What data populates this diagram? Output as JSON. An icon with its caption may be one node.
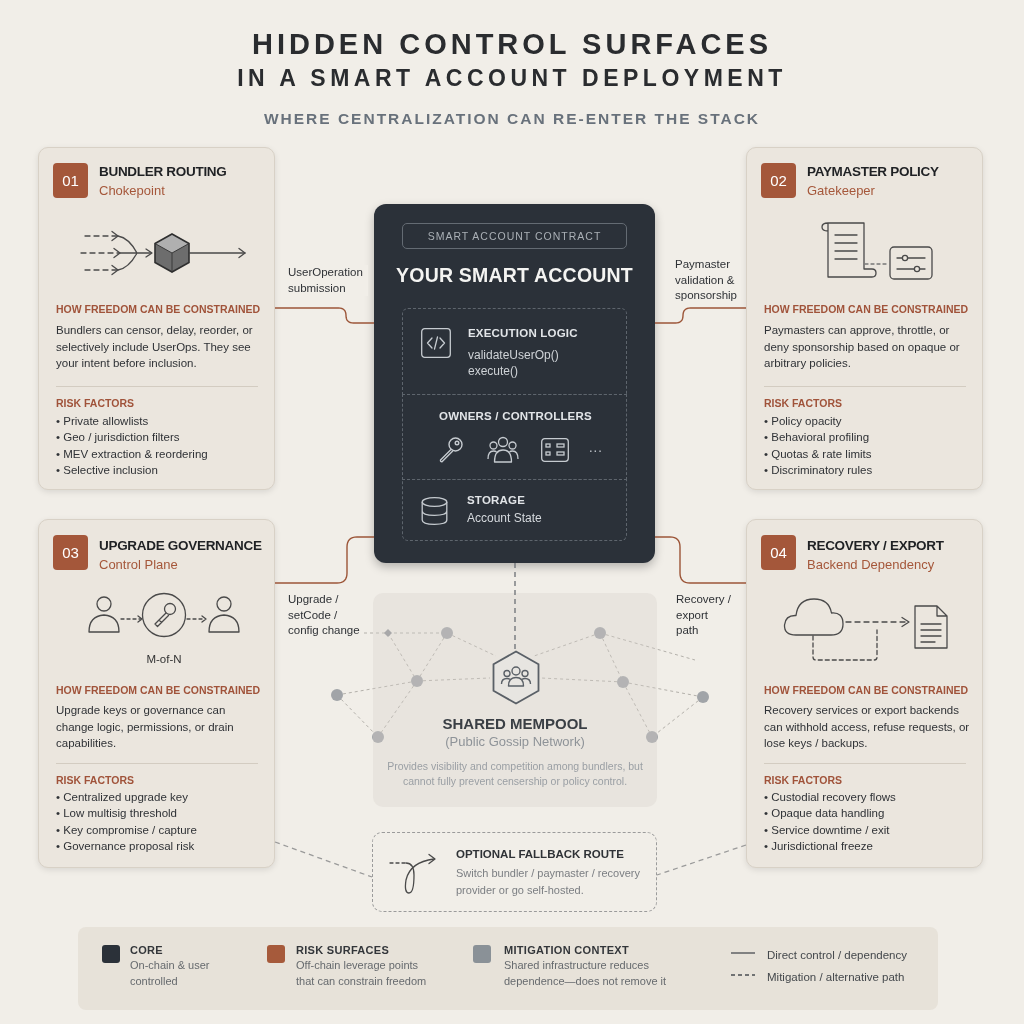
{
  "diagram": {
    "title": "HIDDEN CONTROL SURFACES IN A SMART ACCOUNT DEPLOYMENT",
    "nodes": [
      {
        "text": [
          "BUNDLER ROUTING",
          "Chokepoint",
          "HOW FREEDOM CAN BE CONSTRAINED",
          "Bundlers can censor, delay, reorder, or selectively include UserOps. They see your intent before inclusion.",
          "RISK FACTORS",
          "• Private allowlists",
          "• Geo / jurisdiction filters",
          "• MEV extraction & reordering",
          "• Selective inclusion"
        ]
      },
      {
        "text": [
          "01"
        ],
        "in": 0
      },
      {
        "text": [
          "PAYMASTER POLICY",
          "Gatekeeper",
          "HOW FREEDOM CAN BE CONSTRAINED",
          "Paymasters can approve, throttle, or deny sponsorship based on opaque or arbitrary policies.",
          "RISK FACTORS",
          "• Policy opacity",
          "• Behavioral profiling",
          "• Quotas & rate limits",
          "• Discriminatory rules"
        ]
      },
      {
        "text": [
          "02"
        ],
        "in": 2
      },
      {
        "text": [
          "YOUR SMART ACCOUNT"
        ]
      },
      {
        "text": [
          "SMART ACCOUNT CONTRACT"
        ],
        "in": 4
      },
      {
        "text": [
          "EXECUTION LOGIC",
          "validateUserOp()",
          "execute()"
        ],
        "in": 4
      },
      {
        "text": [
          "OWNERS / CONTROLLERS",
          "..."
        ],
        "in": 4
      },
      {
        "text": [
          "STORAGE",
          "Account State"
        ],
        "in": 4
      },
      {
        "text": [
          "UPGRADE GOVERNANCE",
          "Control Plane",
          "M-of-N",
          "HOW FREEDOM CAN BE CONSTRAINED",
          "Upgrade keys or governance can change logic, permissions, or drain capabilities.",
          "RISK FACTORS",
          "• Centralized upgrade key",
          "• Low multisig threshold",
          "• Key compromise / capture",
          "• Governance proposal risk"
        ]
      },
      {
        "text": [
          "03"
        ],
        "in": 9
      },
      {
        "text": [
          "RECOVERY / EXPORT",
          "Backend Dependency",
          "HOW FREEDOM CAN BE CONSTRAINED",
          "Recovery services or export backends can withhold access, refuse requests, or lose keys / backups.",
          "RISK FACTORS",
          "• Custodial recovery flows",
          "• Opaque data handling",
          "• Service downtime / exit",
          "• Jurisdictional freeze"
        ]
      },
      {
        "text": [
          "04"
        ],
        "in": 11
      },
      {
        "text": [
          "SHARED MEMPOOL",
          "(Public Gossip Network)",
          "Provides visibility and competition among bundlers, but cannot fully prevent censership or policy control."
        ]
      },
      {
        "text": [],
        "shape": "hexagon",
        "in": 13
      },
      {
        "text": [
          "OPTIONAL FALLBACK ROUTE",
          "Switch bundler / paymaster / recovery provider or go self-hosted."
        ]
      }
    ],
    "edges": [
      {
        "from": 0,
        "to": 4,
        "arrow": "none",
        "label": "UserOperation submission"
      },
      {
        "from": 2,
        "to": 4,
        "arrow": "none",
        "label": "Paymaster validation & sponsorship"
      },
      {
        "from": 9,
        "to": 4,
        "arrow": "none",
        "label": "Upgrade / setCode / config change"
      },
      {
        "from": 11,
        "to": 4,
        "arrow": "none",
        "label": "Recovery / export path"
      },
      {
        "from": 4,
        "to": 14,
        "arrow": "none",
        "style": "dashed",
        "color": "#6b6f74"
      },
      {
        "from": 9,
        "to": 15,
        "arrow": "none",
        "style": "dashed",
        "color": "#9a9a9a"
      },
      {
        "from": 11,
        "to": 15,
        "arrow": "none",
        "style": "dashed",
        "color": "#9a9a9a"
      }
    ],
    "labels": [
      "WHERE CENTRALIZATION CAN RE-ENTER THE STACK"
    ],
    "legend": [
      {
        "text": "**CORE** On-chain & user controlled",
        "color": "#2b3139"
      },
      {
        "text": "**RISK SURFACES** Off-chain leverage points that can constrain freedom",
        "color": "#a65a3b"
      },
      {
        "text": "**MITIGATION CONTEXT** Shared infrastructure reduces dependence—does not remove it",
        "color": "#8a9197"
      },
      {
        "text": "Direct control / dependency"
      },
      {
        "text": "Mitigation / alternative path"
      }
    ]
  }
}
